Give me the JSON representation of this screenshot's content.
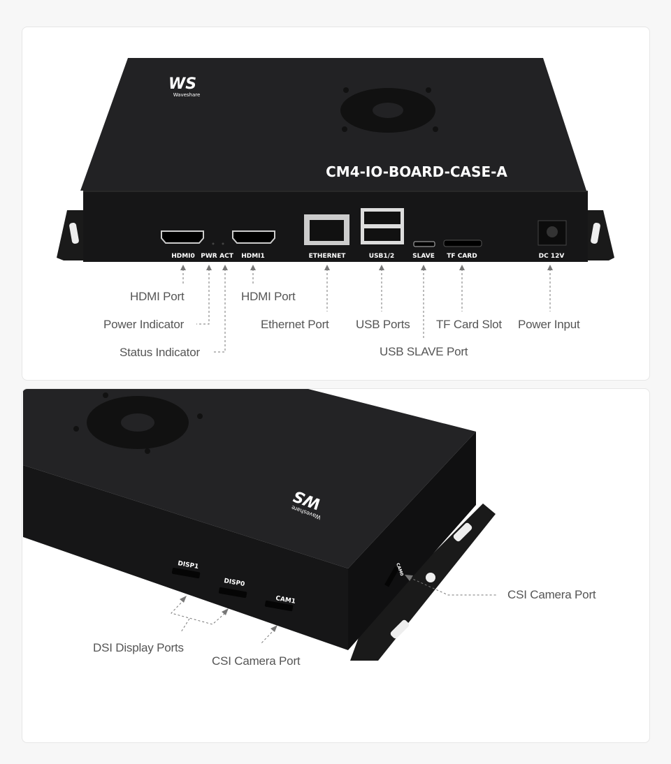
{
  "brand": {
    "logo_text": "Waveshare"
  },
  "top_view": {
    "model_label": "CM4-IO-BOARD-CASE-A",
    "port_silkscreen": [
      "HDMI0",
      "PWR",
      "ACT",
      "HDMI1",
      "ETHERNET",
      "USB1/2",
      "SLAVE",
      "TF CARD",
      "DC 12V"
    ],
    "callouts": {
      "hdmi0": "HDMI Port",
      "power_indicator": "Power Indicator",
      "status_indicator": "Status Indicator",
      "hdmi1": "HDMI Port",
      "ethernet": "Ethernet Port",
      "usb": "USB Ports",
      "usb_slave": "USB SLAVE Port",
      "tf_card": "TF Card Slot",
      "power_input": "Power Input"
    }
  },
  "side_view": {
    "port_silkscreen": [
      "DISP1",
      "DISP0",
      "CAM1",
      "CAM0"
    ],
    "callouts": {
      "dsi": "DSI Display Ports",
      "csi_front": "CSI Camera Port",
      "csi_side": "CSI Camera Port"
    }
  },
  "colors": {
    "case": "#1c1c1e",
    "label_text": "#555555",
    "leader_line": "#777777",
    "panel_border": "#e6e6e6"
  }
}
